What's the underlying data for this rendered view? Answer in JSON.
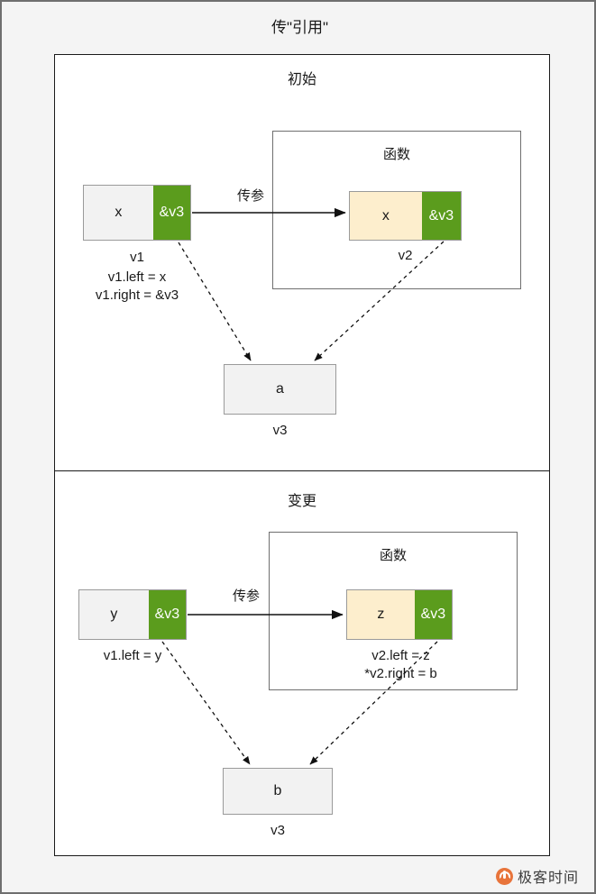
{
  "diagram": {
    "title": "传\"引用\"",
    "watermark": "极客时间"
  },
  "sections": [
    {
      "id": "initial",
      "title": "初始",
      "function_box": {
        "title": "函数"
      },
      "caller_var": {
        "left_cell": "x",
        "right_cell": "&v3",
        "name": "v1",
        "notes": "v1.left = x\nv1.right = &v3"
      },
      "callee_var": {
        "left_cell": "x",
        "right_cell": "&v3",
        "name": "v2",
        "notes": ""
      },
      "target": {
        "value": "a",
        "name": "v3"
      },
      "pass_label": "传参"
    },
    {
      "id": "changed",
      "title": "变更",
      "function_box": {
        "title": "函数"
      },
      "caller_var": {
        "left_cell": "y",
        "right_cell": "&v3",
        "name": "",
        "notes": "v1.left = y"
      },
      "callee_var": {
        "left_cell": "z",
        "right_cell": "&v3",
        "name": "",
        "notes": "v2.left = z\n*v2.right = b"
      },
      "target": {
        "value": "b",
        "name": "v3"
      },
      "pass_label": "传参"
    }
  ],
  "colors": {
    "green": "#5b9c1d",
    "yellow": "#fdeecd",
    "gray": "#f2f2f2",
    "page": "#f4f4f4",
    "watermark_orange": "#e8743b"
  }
}
